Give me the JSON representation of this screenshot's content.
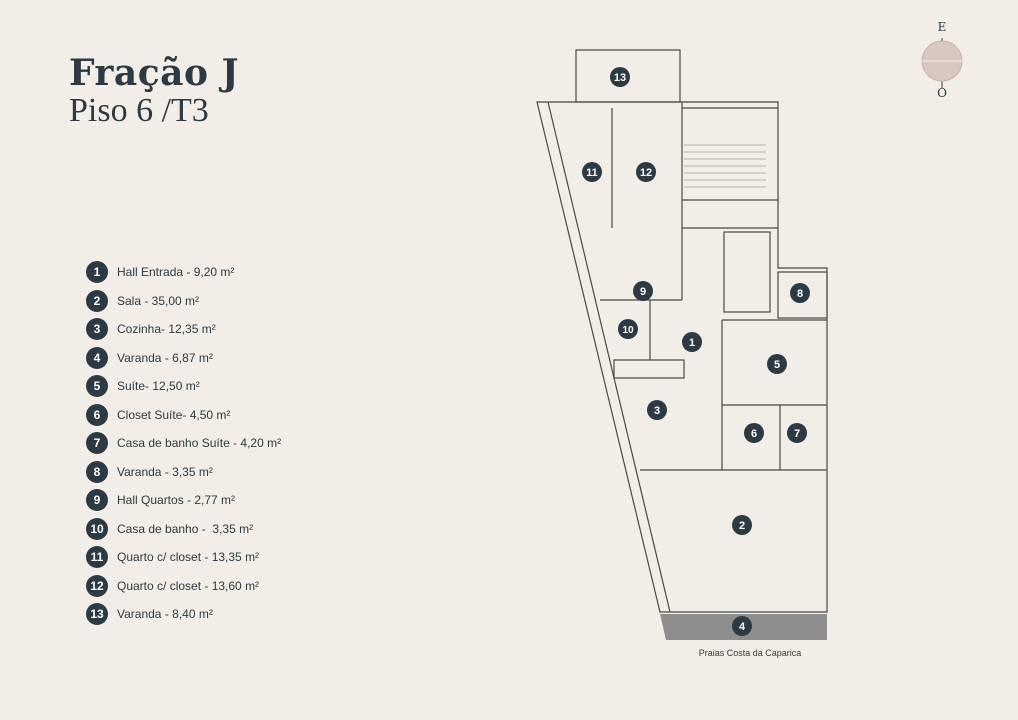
{
  "header": {
    "title": "Fração J",
    "subtitle": "Piso 6 /T3"
  },
  "compass": {
    "top": "E",
    "bottom": "O"
  },
  "legend": [
    {
      "num": "1",
      "text": "Hall Entrada - 9,20 m²"
    },
    {
      "num": "2",
      "text": "Sala - 35,00 m²"
    },
    {
      "num": "3",
      "text": "Cozinha- 12,35 m²"
    },
    {
      "num": "4",
      "text": "Varanda - 6,87 m²"
    },
    {
      "num": "5",
      "text": "Suíte- 12,50 m²"
    },
    {
      "num": "6",
      "text": "Closet Suíte- 4,50 m²"
    },
    {
      "num": "7",
      "text": "Casa de banho Suíte - 4,20 m²"
    },
    {
      "num": "8",
      "text": "Varanda - 3,35 m²"
    },
    {
      "num": "9",
      "text": "Hall Quartos - 2,77 m²"
    },
    {
      "num": "10",
      "text": "Casa de banho -  3,35 m²"
    },
    {
      "num": "11",
      "text": "Quarto c/ closet - 13,35 m²"
    },
    {
      "num": "12",
      "text": "Quarto c/ closet - 13,60 m²"
    },
    {
      "num": "13",
      "text": "Varanda - 8,40 m²"
    }
  ],
  "plan": {
    "markers": [
      "13",
      "11",
      "12",
      "8",
      "9",
      "10",
      "1",
      "5",
      "3",
      "6",
      "7",
      "2",
      "4"
    ]
  },
  "caption": "Praias Costa da Caparica",
  "colors": {
    "ink": "#2c3a45",
    "background": "#f2ede6",
    "balcony_fill": "#8e8e8e"
  }
}
